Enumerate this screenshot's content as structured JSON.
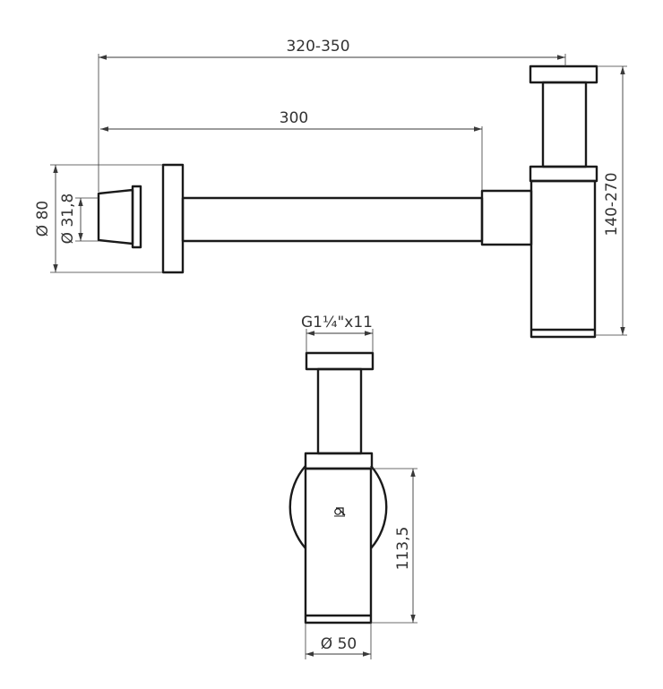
{
  "dimensions": {
    "overall_length": "320-350",
    "arm_length": "300",
    "flange_diameter": "Ø 80",
    "pipe_diameter": "Ø 31,8",
    "height_range": "140-270",
    "thread_size": "G1¼\"x11",
    "body_height": "113,5",
    "body_diameter": "Ø 50"
  },
  "icons": {
    "brand_mark": "brand-logo-icon"
  },
  "colors": {
    "outline": "#1a1a1a",
    "dimension": "#3a3a3a"
  }
}
